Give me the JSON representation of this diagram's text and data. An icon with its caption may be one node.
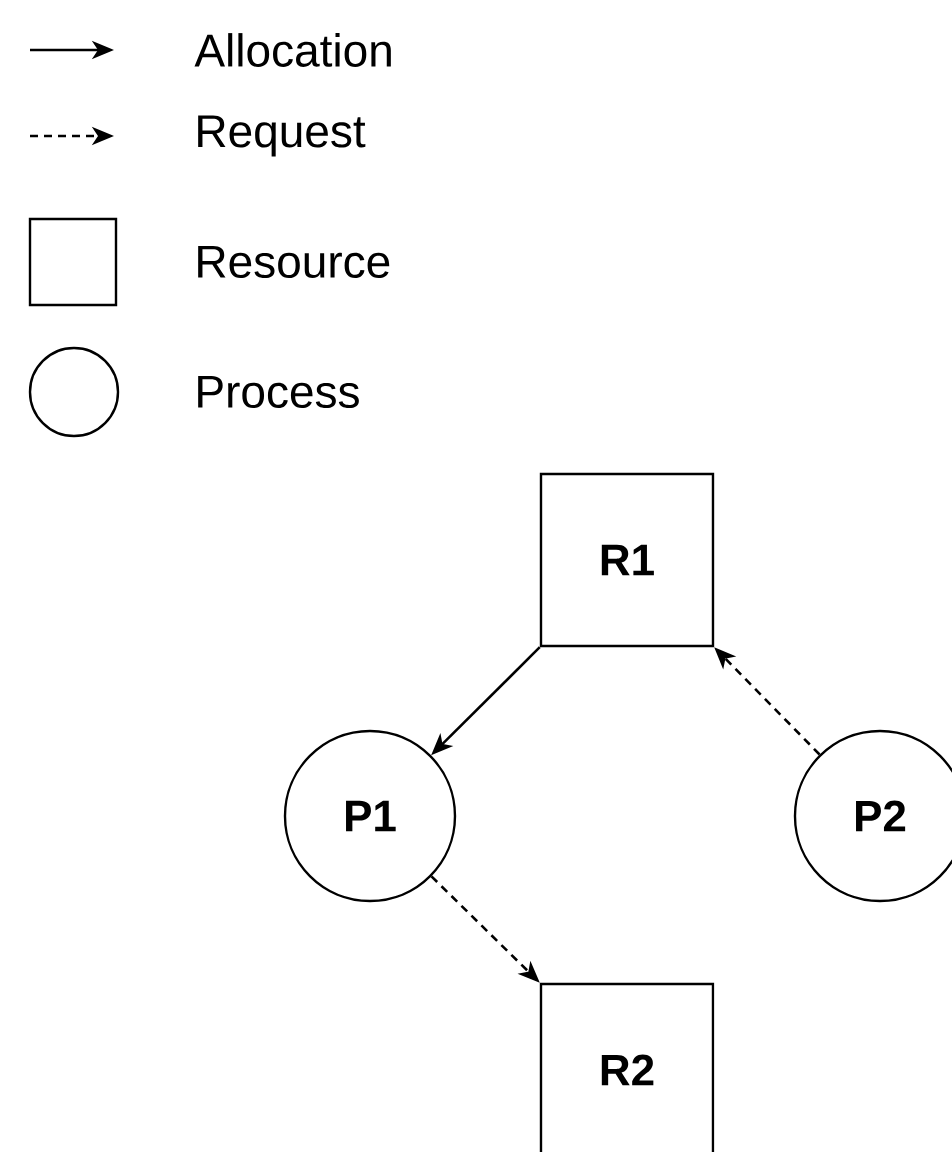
{
  "diagram": {
    "nodes": [
      {
        "text": [
          "R1"
        ]
      },
      {
        "text": [
          "P1"
        ]
      },
      {
        "text": [
          "P2"
        ]
      },
      {
        "text": [
          "R2"
        ]
      }
    ],
    "edges": [
      {
        "from": 0,
        "to": 1,
        "arrow": "to"
      },
      {
        "from": 2,
        "to": 0,
        "arrow": "to",
        "style": "dashed"
      },
      {
        "from": 1,
        "to": 3,
        "arrow": "to",
        "style": "dashed"
      }
    ],
    "legend": [
      {
        "text": "Allocation"
      },
      {
        "text": "Request"
      },
      {
        "text": "Resource"
      },
      {
        "text": "Process"
      }
    ]
  }
}
